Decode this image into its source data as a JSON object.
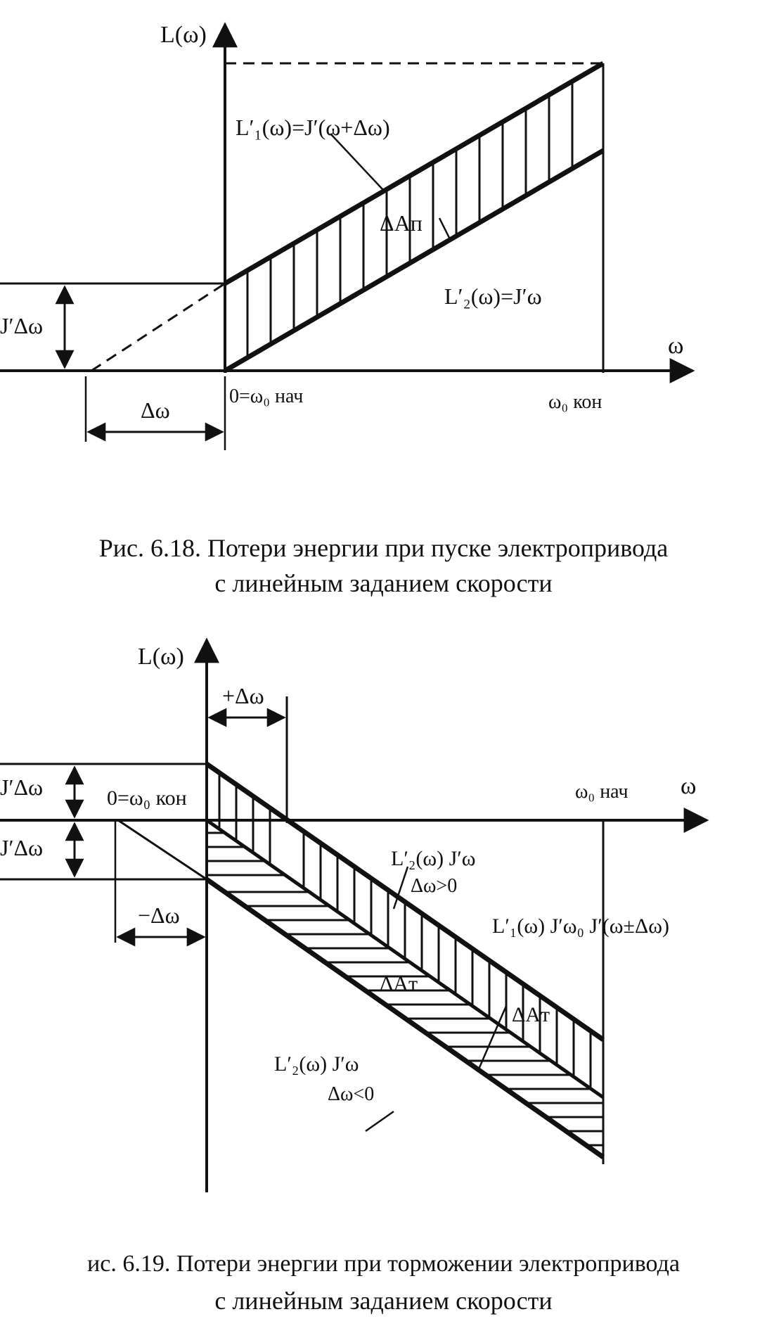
{
  "figure1": {
    "y_axis_label": "L(ω)",
    "x_axis_label": "ω",
    "upper_line_label": "L′₁(ω)=J′(ω+Δω)",
    "lower_line_label": "L′₂(ω)=J′ω",
    "area_label": "ΔAп",
    "offset_label": "J′Δω",
    "delta_label": "Δω",
    "origin_label": "0=ω₀ нач",
    "end_label": "ω₀ кон",
    "caption_line1": "Рис. 6.18. Потери энергии при пуске электропривода",
    "caption_line2": "с линейным заданием скорости"
  },
  "figure2": {
    "y_axis_label": "L(ω)",
    "x_axis_label": "ω",
    "plus_delta_label": "+Δω",
    "minus_delta_label": "−Δω",
    "offset_upper_label": "J′Δω",
    "offset_lower_label": "J′Δω",
    "origin_label": "0=ω₀ кон",
    "start_label": "ω₀ нач",
    "l2_upper_label": "L′₂(ω)  J′ω",
    "l2_upper_cond": "Δω>0",
    "l1_label": "L′₁(ω)  J′ω₀  J′(ω±Δω)",
    "l2_lower_label": "L′₂(ω)  J′ω",
    "l2_lower_cond": "Δω<0",
    "area_label_1": "ΔAт",
    "area_label_2": "ΔAт",
    "caption_line1": "ис. 6.19. Потери энергии при торможении электропривода",
    "caption_line2": "с линейным заданием скорости"
  }
}
